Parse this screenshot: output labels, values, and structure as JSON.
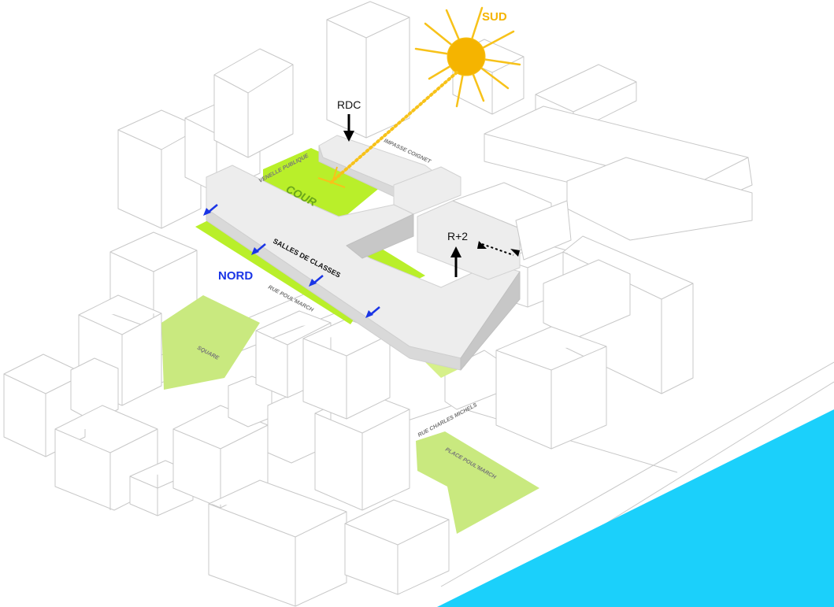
{
  "labels": {
    "sun": "SUD",
    "north": "NORD",
    "courtyard": "COUR",
    "classrooms": "SALLES DE CLASSES",
    "ground_floor": "RDC",
    "second_floor": "R+2"
  },
  "streets": {
    "venelle": "VENELLE PUBLIQUE",
    "impasse": "IMPASSE COIGNET",
    "rue_poul": "RUE POUL'MARCH",
    "square": "SQUARE",
    "rue_charles": "RUE CHARLES MICHELS",
    "place": "PLACE POUL'MARCH"
  },
  "colors": {
    "green": "#b9ef2a",
    "green_light": "#c9e97f",
    "sun": "#f5b400",
    "sun_ray": "#f7c21a",
    "water": "#1bd0fb",
    "north_text": "#1a35e6",
    "arrow_blue": "#1a35e6",
    "courtyard_text": "#6aa51b"
  }
}
